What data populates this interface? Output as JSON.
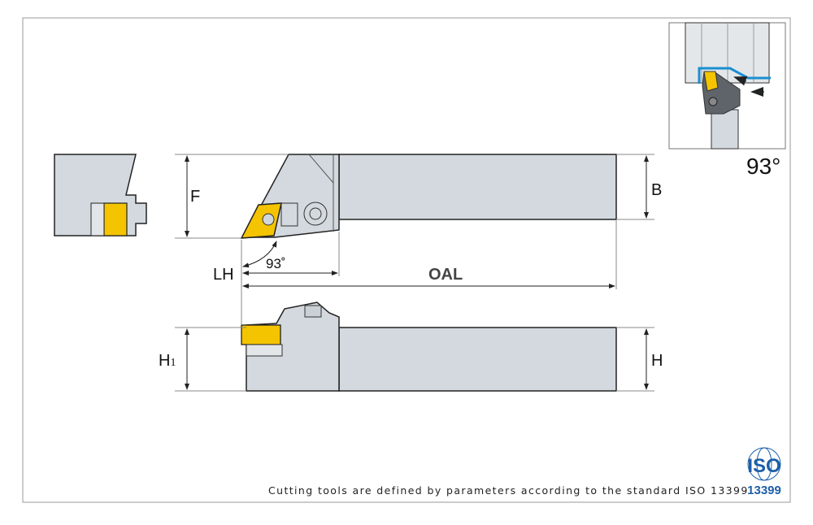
{
  "labels": {
    "F": "F",
    "B": "B",
    "LH": "LH",
    "OAL": "OAL",
    "H1_main": "H",
    "H1_sub": "1",
    "H": "H",
    "angle_top_view": "93˚",
    "angle_inset": "93°"
  },
  "footer": {
    "text": "Cutting tools are defined by parameters according to the standard ISO 13399"
  },
  "logo": {
    "top": "ISO",
    "bottom": "13399"
  },
  "colors": {
    "body": "#d3d9de",
    "insert": "#f5c400",
    "accent": "#1a8fd0",
    "logo": "#1d5fa8"
  }
}
